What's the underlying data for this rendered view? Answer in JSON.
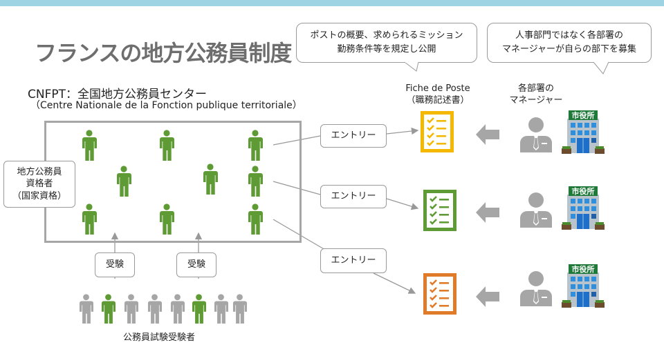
{
  "title": "フランスの地方公務員制度",
  "cnfpt": {
    "line1": "CNFPT：全国地方公務員センター",
    "line2": "（Centre Nationale de la Fonction publique territoriale）"
  },
  "qualified": {
    "line1": "地方公務員",
    "line2": "資格者",
    "line3": "（国家資格）"
  },
  "exam_labels": [
    "受験",
    "受験"
  ],
  "candidates_label": "公務員試験受験者",
  "entries": [
    "エントリー",
    "エントリー",
    "エントリー"
  ],
  "fiche": {
    "line1": "Fiche de Poste",
    "line2": "（職務記述書）"
  },
  "manager_label": {
    "line1": "各部署の",
    "line2": "マネージャー"
  },
  "callout_left": {
    "line1": "ポストの概要、求められるミッション",
    "line2": "勤務条件等を規定し公開"
  },
  "callout_right": {
    "line1": "人事部門ではなく各部署の",
    "line2": "マネージャーが自らの部下を募集"
  },
  "building_sign": "市役所",
  "colors": {
    "green": "#5e9b34",
    "gray": "#a6a6a6",
    "yellow": "#f5b800",
    "orange": "#e07b2a",
    "accent": "#9dd3e3"
  },
  "candidates": [
    "gray",
    "green",
    "gray",
    "gray",
    "gray",
    "green",
    "gray",
    "gray"
  ]
}
